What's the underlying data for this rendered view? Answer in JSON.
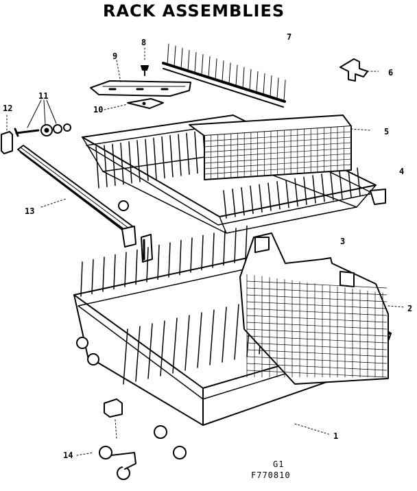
{
  "title": "RACK ASSEMBLIES",
  "figure_code": "G1",
  "part_number": "F770810",
  "callouts": [
    "1",
    "2",
    "3",
    "4",
    "5",
    "6",
    "7",
    "8",
    "9",
    "10",
    "11",
    "12",
    "13",
    "14"
  ],
  "colors": {
    "ink": "#000000",
    "paper": "#ffffff"
  }
}
